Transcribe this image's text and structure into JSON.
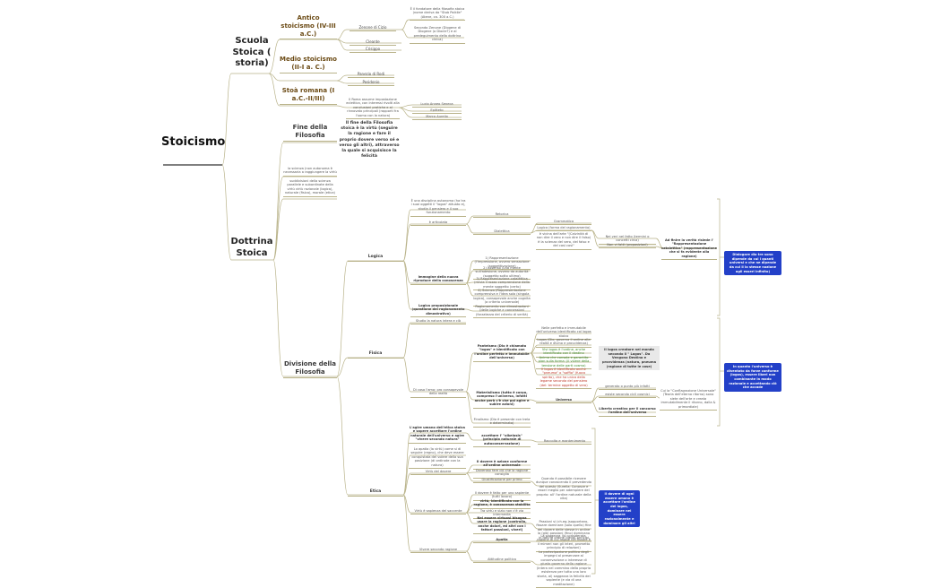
{
  "root": "Stoicismo",
  "scuola": {
    "label": "Scuola Stoica ( storia)",
    "antico": {
      "label": "Antico stoicismo (IV-III a.C.)",
      "zenone": "Zenone di Cizio",
      "zenone_note1": "È il fondatore della filosofia stoica (nome deriva da \"Stoà Poikile\" (Atene, ca. 300 a.C.)",
      "zenone_note2": "Secondo Zenone (Diogene di Diogene (o Diocle?) e al predeguimento della dottrina cinica)",
      "cleante": "Cleante",
      "crisippo": "Crisippo"
    },
    "medio": {
      "label": "Medio stoicismo (II-I a. C.)",
      "panezio": "Panezio di Rodi",
      "posidonio": "Posidonio"
    },
    "romana": {
      "label": "Stoà romana (I a.C.-II/III)",
      "note": "Il Roma assume impostazione eclettica, con interessi rivolti alla conclusioni pratiche e al rinnovato principali (rapporti fra l'uomo con la natura)",
      "seneca": "Lucio Anneo Seneca",
      "epitteto": "Epitteto",
      "marco": "Marco Aurelio"
    }
  },
  "fine": {
    "label": "Fine della Filosofia",
    "text": "Il fine della Filosofia stoica è la virtù (seguire la ragione e fare il proprio dovere verso sé e verso gli altri), attraverso la quale si acquisisce la felicità"
  },
  "dottrina": {
    "label": "Dottrina Stoica",
    "note1": "la scienza (non autonoma è necessaria a raggiungere la virtù",
    "note2": "suddivisioni della scienza parallele e subordinate della virtù virtù razionale (logica), naturale (fisica), morale (etica)",
    "divisione": "Divisione della Filosofia"
  },
  "logica": {
    "label": "Logica",
    "intro": "È una disciplina autonoma (ha tra i suoi oggetti il \"logos\" attuato e), studia il pensiero e il suo funzionamento",
    "articolata": "è articolata",
    "retorica": "Retorica",
    "dialettica": "Dialettica",
    "grammatica": "Grammatica",
    "logica_formale": "Logica (forma del ragionamento)",
    "verita_note": "è vicina dell'arte \"(Calvinità di non dire il vero e non dire il falso) è la scienza del vero, del falso e del così così\"",
    "fatti": "Nei veri nel fatto (termini o concetti circa)",
    "falsi": "Non vi fatti (proposizioni)",
    "criterio": "Ad finire la verità risiede l' \"Rappresentazione catalettica\" (rappresentazione che si fa evidente alla ragione)",
    "immagine": "Immagine della nuova riproduce della conoscenza",
    "c1": "1) Rappresentazione (l'impressione, ovvero sensazione (soggettivazione)",
    "c2": "2) Assenso (una mente sull'adesione, ovvero da autorità (soggetto sotto ultimo)",
    "c3": "3) Rappresentazione catalettica (rinvia il rozzo comprensione della mente soggetto (certo)",
    "c4": "4) Scienza (Rappresentazione comprensiva e l'idea sola (singola logica), consapevole anche cognita (a criterio universale)",
    "proposizionale": "Logica proposizionale (questione del ragionamento dimostrativo)",
    "ragionamento": "Ragionamento con dimostrazioni (delle logiche e connessioni (forzatezza del criterio di verità)"
  },
  "fisica": {
    "label": "Fisica",
    "studio": "Studio la natura intera e ciò",
    "tutto": "Di cosa l'amo; pro consapevole della realtà",
    "panteismo": "Panteismo (Dio è chiamato \"logos\" e identificato con l'ordine perfetto e immutabile dell'universo)",
    "p1": "Nelle perfetto e immutabile dell'universo identificato col logos stoico",
    "p2": "Logos (Dio, governa il ordine alla realtà e divino e provvidenza)",
    "p3": "Vivi logos è l'ordine, anche identificato con il destino",
    "p4": "Anima che consola e garantito pian sulla forma: (il vivere della tensione delle parti cosmo)",
    "p5": "Il logos è identificato anche \"pneuma\" o \"soffio\" (fuoco spirito), che ha unica della legame seconda del pensiero (del: termine oggetto di vero)",
    "grey": "Il logos creatore nel mondo secondo il \" Logos\". Da Vengono Destino e provvidenza (natura, pneuma (ragione di tutte le cose)",
    "materialismo": "Materialismo (tutto è corpo, compreso l'universo, infatti anche però c'è che poi agire e subire azioni)",
    "universo": "Universo",
    "u1": "generato o punto più infatti",
    "u2": "esiste secondo cicli cosmici",
    "u3": "Liberto creativo per il concorso l'ordine dell'universo",
    "u_note": "Cui la \"Conflagrazione Universale\" (Teoria dell'eterno ritorno) sono siete dell'arte e creata immutabilmente il ritorno, dalla & primordiale)",
    "finalismo": "Finalismo (Dio è presente con trela e determinato)"
  },
  "etica": {
    "label": "Etica",
    "intro": "L'agire umano dell'etica stoica e sapere accettare l'ordine naturale dell'universo e agire \"vivere secondo natura\"",
    "accettare": "accettare l' \"oikeiosis\" (principio naturale di autoconservazione)",
    "accettare_note": "Raccolta e mantenimento",
    "inteso": "Lo apatia (la virtù) come si di seguire (regno), che deve essere conquistata del volere della sua posizione (di ordinate con la natura)",
    "virtu": "Virtù del dovere",
    "v1": "Il dovere è azione conforme all'ordine universale",
    "v2": "Doveroso fare ciò che la ragione consiglia",
    "v3": "Giustificazione per primo",
    "v_note": "Quando è possibile ricevere dunque conoscendo il prevedendo del questo (Surella: Conosce e esser meglio per adempiere del proprio: all' l'ordine naturale della vita)",
    "virtu_sapienza": "Virtù è sapienza del saccente",
    "s1": "Il dovere è fatto per uno sapiente (tutti lavoro)",
    "s2": "virtù, identificata con la ragione, è conoscenza stabilita",
    "s3": "Tra virtù e vizio non c'è via intermedia",
    "s4": "Nel essere virtuosi bisogna usare la ragione (controllo, anche dolori, ed altri con i fattori passioni, viveri)",
    "s_note": "Passioni si (ch.eg.)sopportano, fissare dominare (solo quello) fine del dovere delle stesse in ordine la (già) passioni (fino) dominano in fatti in ordine (della) principi",
    "vivere": "Vivere secondo ragione",
    "apatia": "Apatia",
    "atteggiamento": "Attitudine politica",
    "apatia_note": "La saggezza (Io considerata, ragione di cui regole nel fissare è il mimeri non gli interi, prometto principio di relazioni)",
    "att_note": "La partecipazione politica degli impegni al preservare al conservazione o interesse di giusto governo della ragione (intera nel cammino della propria esistenza per tutto una loro storia, ai) saggezza la felicità del sapiente (e via di una meditazione)"
  },
  "side": {
    "blue_logica": "Dialogare dio tre sono dipende da cui i quanti universi e che ne dipende da cui il lo stesse nozione agli esseri infinito)",
    "blue_fisica": "In quanto l'universo è diventato da forze conforme (logos), essere liberi non combinante in modo razionale e accettando ciò che accade",
    "blue_etica": "Il dovere di ogni essere umano è accettare l'ordine del logos, dominare nel essere razionalmente e dominare gli altri"
  }
}
